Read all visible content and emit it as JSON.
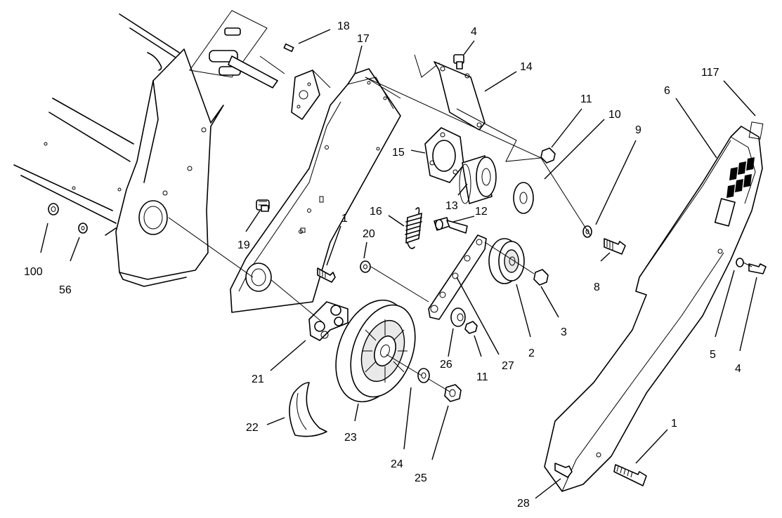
{
  "callouts": {
    "c100": "100",
    "c56": "56",
    "c18": "18",
    "c17": "17",
    "c19": "19",
    "c1a": "1",
    "c21": "21",
    "c22": "22",
    "c23": "23",
    "c24": "24",
    "c25": "25",
    "c20": "20",
    "c16": "16",
    "c12": "12",
    "c15": "15",
    "c13": "13",
    "c4a": "4",
    "c14": "14",
    "c11a": "11",
    "c10": "10",
    "c9": "9",
    "c8": "8",
    "c27": "27",
    "c26": "26",
    "c11b": "11",
    "c2": "2",
    "c3": "3",
    "c6": "6",
    "c117": "117",
    "c5": "5",
    "c4b": "4",
    "c1b": "1",
    "c28": "28"
  }
}
